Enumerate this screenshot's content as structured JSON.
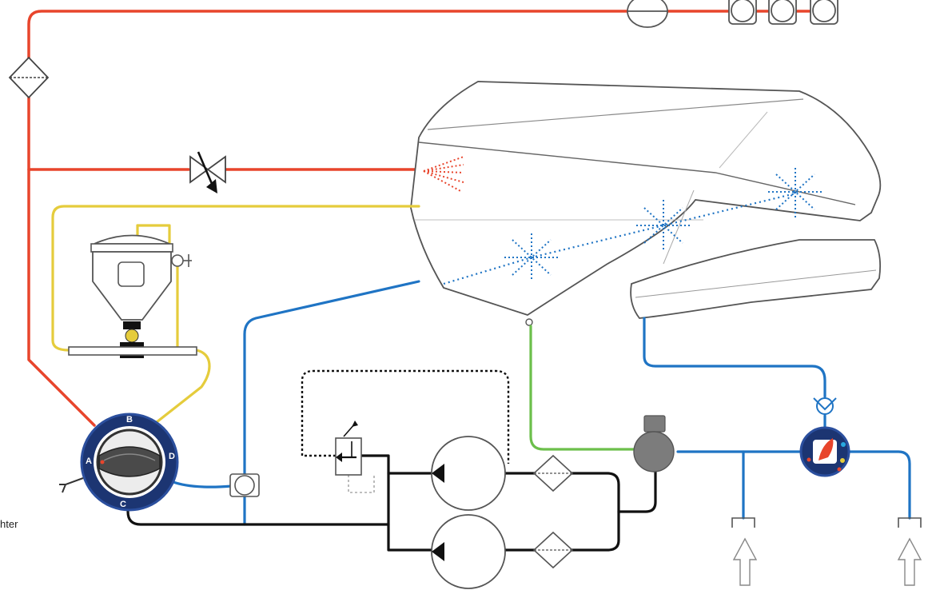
{
  "colors": {
    "pressure_line": "#e8452c",
    "suction_line": "#1f74c4",
    "return_line": "#6cbf4b",
    "chemical_line": "#e5cc3c",
    "hydraulic_line": "#111111",
    "valve_body": "#1c3572",
    "valve_ring": "#2b4f9e",
    "outline": "#555555"
  },
  "labels": {
    "side_text": "hter",
    "valve_a": "A",
    "valve_b": "B",
    "valve_c": "C",
    "valve_d": "D"
  },
  "icons": [
    "sieve-icon",
    "valve-icon",
    "check-valve-icon",
    "filter-icon",
    "pump-icon",
    "arrow-up-icon",
    "flow-arrow-icon",
    "lever-icon"
  ]
}
